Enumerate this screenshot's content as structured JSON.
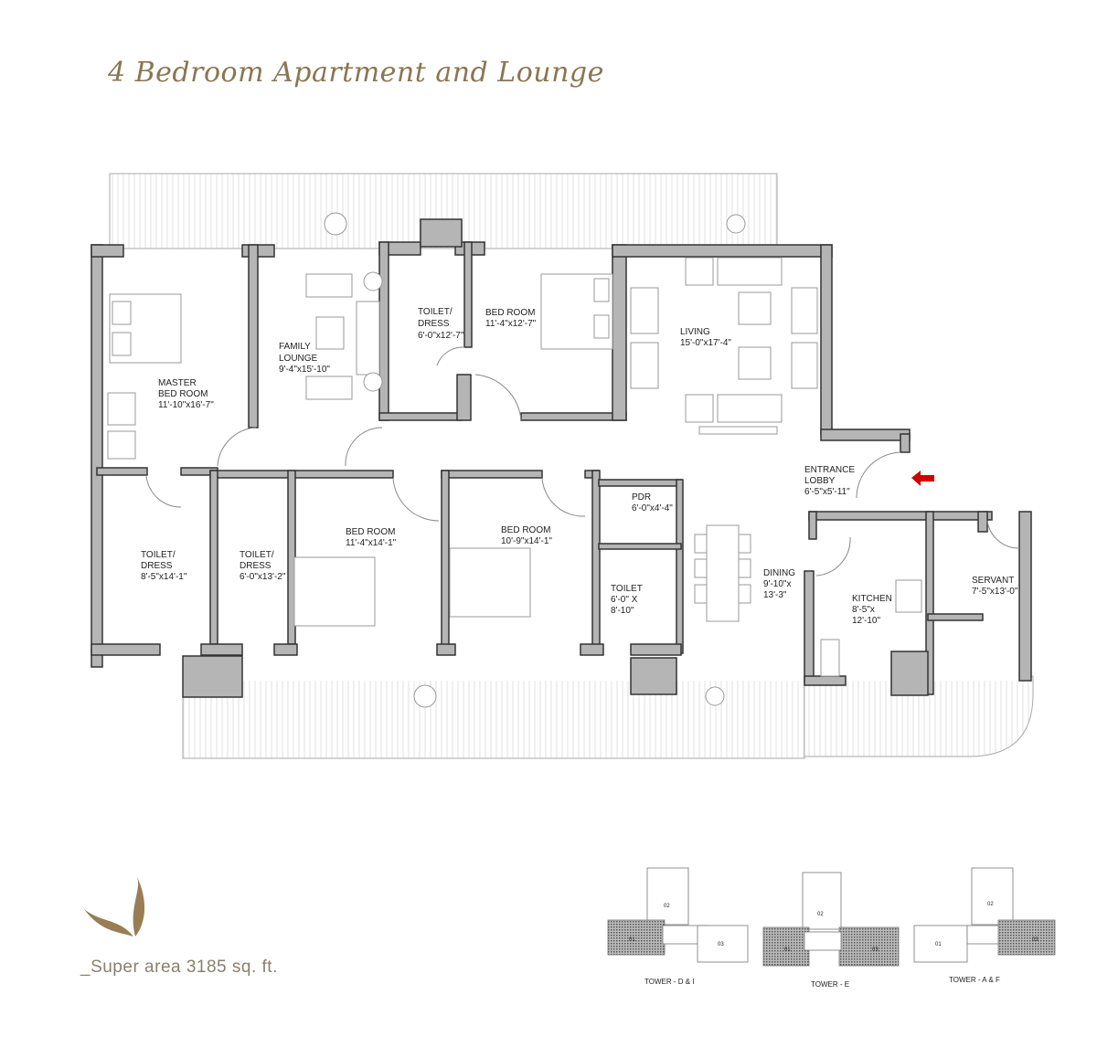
{
  "title": "4 Bedroom Apartment and Lounge",
  "super_area": "_Super area 3185 sq. ft.",
  "colors": {
    "title": "#8c7552",
    "wall": "#b5b5b5",
    "wall_outline": "#333333",
    "entrance_arrow": "#d10000",
    "logo": "#9a7d55"
  },
  "icons": {
    "entrance": "red-arrow-left-icon",
    "logo": "leaf-logo-icon"
  },
  "rooms": [
    {
      "name": [
        "MASTER",
        "BED ROOM"
      ],
      "size": "11'-10\"x16'-7\""
    },
    {
      "name": [
        "FAMILY",
        "LOUNGE"
      ],
      "size": "9'-4\"x15'-10\""
    },
    {
      "name": [
        "TOILET/",
        "DRESS"
      ],
      "size": "6'-0\"x12'-7\""
    },
    {
      "name": [
        "BED ROOM"
      ],
      "size": "11'-4\"x12'-7\""
    },
    {
      "name": [
        "LIVING"
      ],
      "size": "15'-0\"x17'-4\""
    },
    {
      "name": [
        "ENTRANCE",
        "LOBBY"
      ],
      "size": "6'-5\"x5'-11\""
    },
    {
      "name": [
        "TOILET/",
        "DRESS"
      ],
      "size": "8'-5\"x14'-1\""
    },
    {
      "name": [
        "TOILET/",
        "DRESS"
      ],
      "size": "6'-0\"x13'-2\""
    },
    {
      "name": [
        "BED ROOM"
      ],
      "size": "11'-4\"x14'-1\""
    },
    {
      "name": [
        "BED ROOM"
      ],
      "size": "10'-9\"x14'-1\""
    },
    {
      "name": [
        "PDR"
      ],
      "size": "6'-0\"x4'-4\""
    },
    {
      "name": [
        "TOILET",
        "6'-0\" X"
      ],
      "size": "8'-10\""
    },
    {
      "name": [
        "DINING",
        "9'-10\"x"
      ],
      "size": "13'-3\""
    },
    {
      "name": [
        "KITCHEN",
        "8'-5\"x"
      ],
      "size": "12'-10\""
    },
    {
      "name": [
        "SERVANT"
      ],
      "size": "7'-5\"x13'-0\""
    }
  ],
  "key_plans": [
    {
      "label": "TOWER - D & I",
      "units": [
        "01",
        "02",
        "03"
      ],
      "highlighted": "01"
    },
    {
      "label": "TOWER - E",
      "units": [
        "01",
        "02",
        "03"
      ],
      "highlighted": [
        "01",
        "03"
      ]
    },
    {
      "label": "TOWER - A & F",
      "units": [
        "01",
        "02",
        "03"
      ],
      "highlighted": "03"
    }
  ]
}
